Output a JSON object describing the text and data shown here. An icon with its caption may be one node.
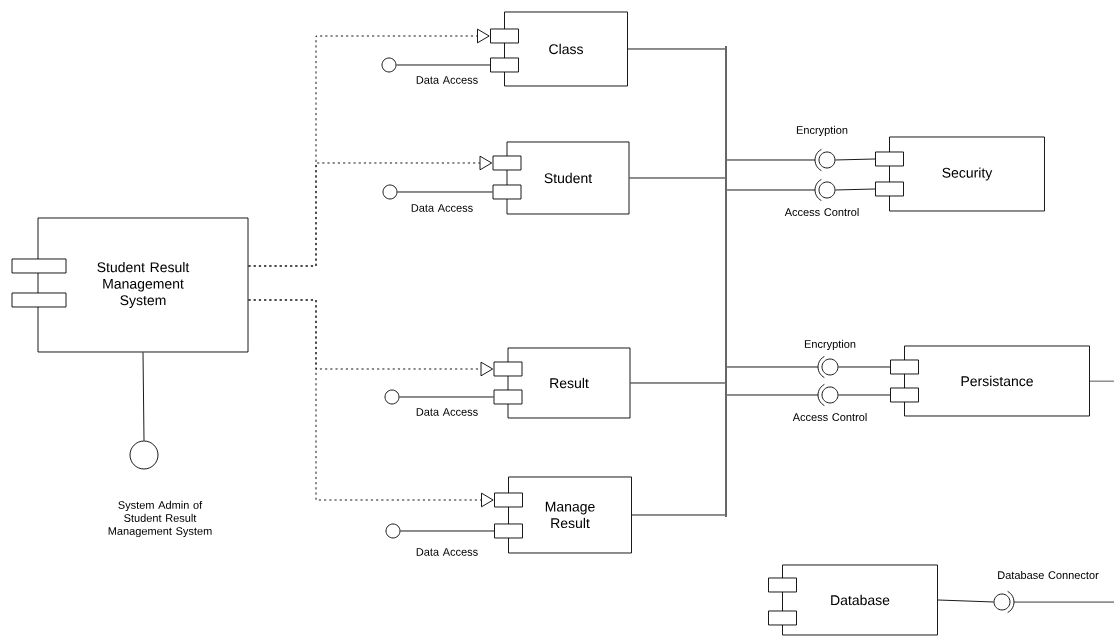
{
  "diagram": {
    "nodes": [
      {
        "text": [
          "Student Result Management System"
        ]
      },
      {
        "text": [],
        "shape": "circle",
        "beside": [
          "System Admin of Student Result Management System"
        ]
      },
      {
        "text": [
          "Class"
        ]
      },
      {
        "text": [
          "Student"
        ]
      },
      {
        "text": [
          "Result"
        ]
      },
      {
        "text": [
          "Manage Result"
        ]
      },
      {
        "text": [],
        "shape": "circle",
        "beside": [
          "Data Access"
        ]
      },
      {
        "text": [],
        "shape": "circle",
        "beside": [
          "Data Access"
        ]
      },
      {
        "text": [],
        "shape": "circle",
        "beside": [
          "Data Access"
        ]
      },
      {
        "text": [],
        "shape": "circle",
        "beside": [
          "Data Access"
        ]
      },
      {
        "text": [
          "Security"
        ]
      },
      {
        "text": [
          "Persistance"
        ]
      },
      {
        "text": [],
        "shape": "circle",
        "beside": [
          "Encryption"
        ]
      },
      {
        "text": [],
        "shape": "circle",
        "beside": [
          "Access Control"
        ]
      },
      {
        "text": [],
        "shape": "circle",
        "beside": [
          "Encryption"
        ]
      },
      {
        "text": [],
        "shape": "circle",
        "beside": [
          "Access Control"
        ]
      },
      {
        "text": [
          "Database"
        ]
      },
      {
        "text": [],
        "shape": "circle",
        "beside": [
          "Database Connector"
        ]
      },
      {
        "text": [],
        "shape": "bar"
      }
    ],
    "edges": [
      {
        "from": 0,
        "to": 1,
        "arrow": "none"
      },
      {
        "from": 0,
        "to": 2,
        "arrow": "to",
        "style": "dashed"
      },
      {
        "from": 0,
        "to": 3,
        "arrow": "to",
        "style": "dashed"
      },
      {
        "from": 0,
        "to": 4,
        "arrow": "to",
        "style": "dashed"
      },
      {
        "from": 0,
        "to": 5,
        "arrow": "to",
        "style": "dashed"
      },
      {
        "from": 2,
        "to": 6,
        "arrow": "none"
      },
      {
        "from": 3,
        "to": 7,
        "arrow": "none"
      },
      {
        "from": 4,
        "to": 8,
        "arrow": "none"
      },
      {
        "from": 5,
        "to": 9,
        "arrow": "none"
      },
      {
        "from": 10,
        "to": 12,
        "arrow": "none"
      },
      {
        "from": 10,
        "to": 13,
        "arrow": "none"
      },
      {
        "from": 11,
        "to": 14,
        "arrow": "none"
      },
      {
        "from": 11,
        "to": 15,
        "arrow": "none"
      },
      {
        "from": 2,
        "to": 18,
        "arrow": "none"
      },
      {
        "from": 3,
        "to": 18,
        "arrow": "none"
      },
      {
        "from": 4,
        "to": 18,
        "arrow": "none"
      },
      {
        "from": 5,
        "to": 18,
        "arrow": "none"
      },
      {
        "from": 18,
        "to": 12,
        "arrow": "none"
      },
      {
        "from": 18,
        "to": 13,
        "arrow": "none"
      },
      {
        "from": 18,
        "to": 14,
        "arrow": "none"
      },
      {
        "from": 18,
        "to": 15,
        "arrow": "none"
      },
      {
        "from": 11,
        "to": null,
        "arrow": "none"
      },
      {
        "from": 16,
        "to": 17,
        "arrow": "none"
      },
      {
        "from": 17,
        "to": null,
        "arrow": "none"
      }
    ]
  }
}
